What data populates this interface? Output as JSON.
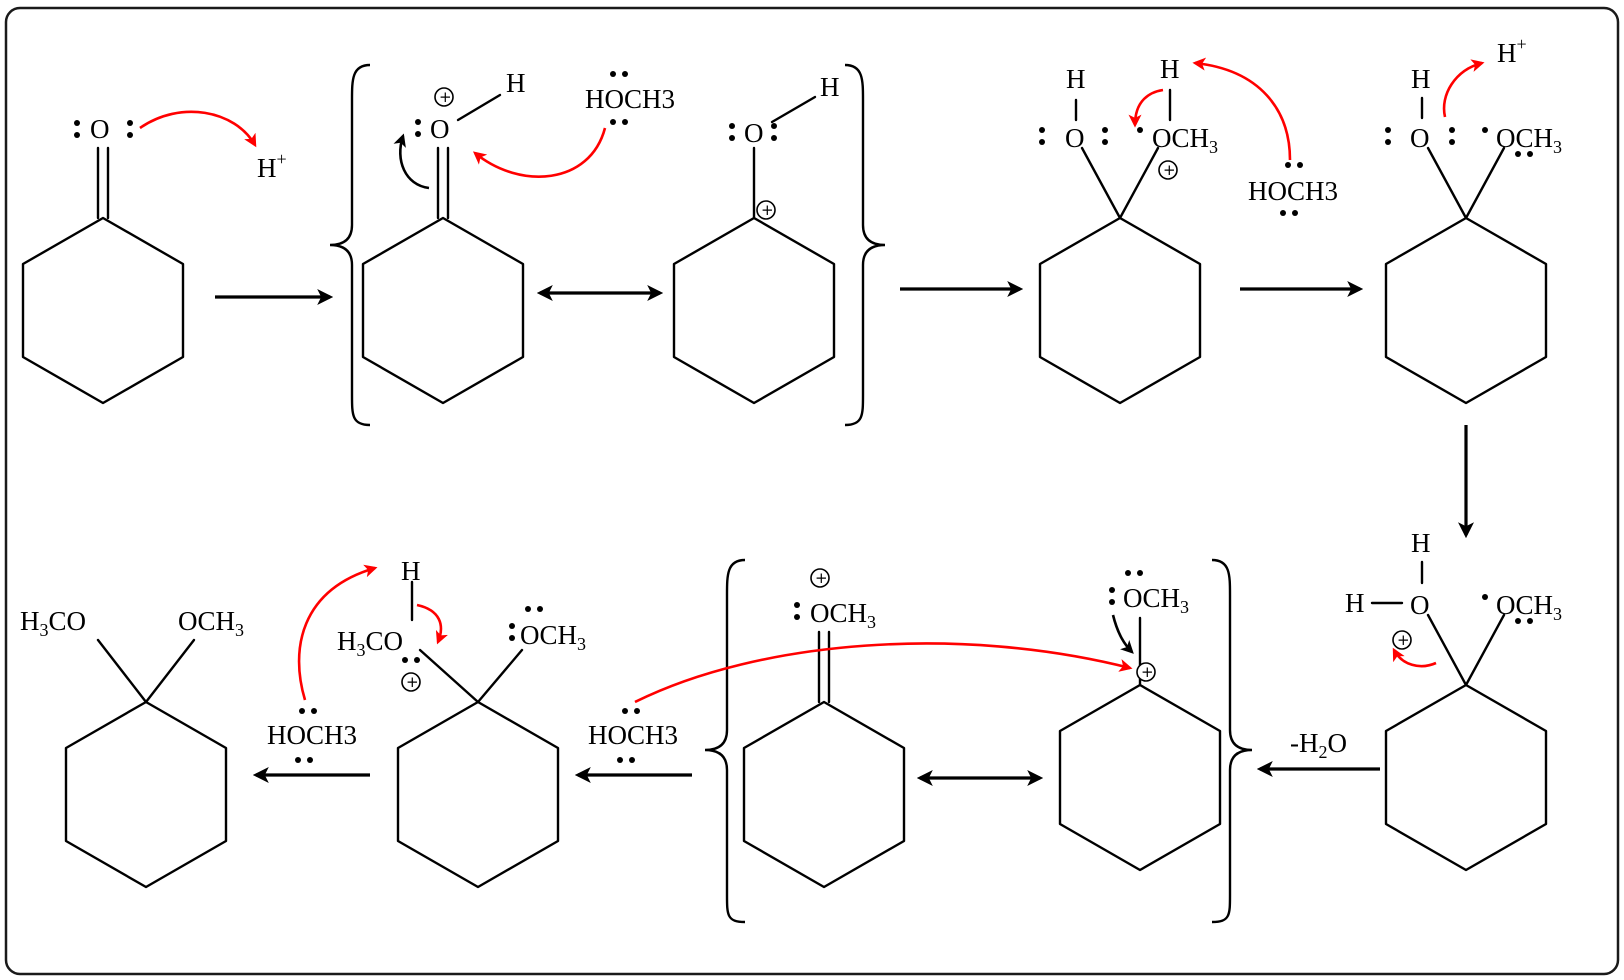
{
  "labels": {
    "o": "O",
    "h": "H",
    "h_plus": "H",
    "plus_sup": "+",
    "och3_prefix": "OCH",
    "three": "3",
    "hoch3": "HOCH3",
    "h3co_prefix_h": "H",
    "h3co_suffix": "CO",
    "minus_h2o_prefix": "-H",
    "two": "2",
    "minus_h2o_suffix": "O",
    "charge": "+"
  },
  "colors": {
    "electron_arrow": "#ff0000",
    "bond": "#000000",
    "frame": "#1a1a1a"
  }
}
